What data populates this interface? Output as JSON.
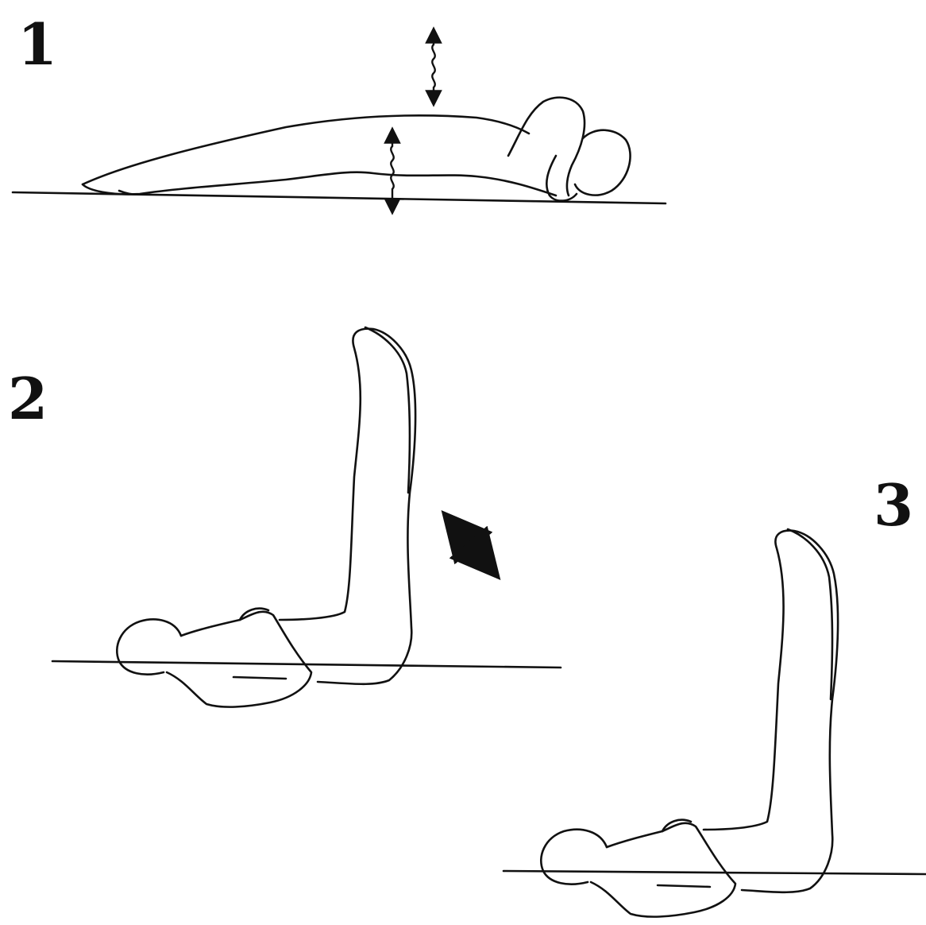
{
  "figure": {
    "steps": [
      {
        "number": "1"
      },
      {
        "number": "2"
      },
      {
        "number": "3"
      }
    ],
    "colors": {
      "ink": "#111111",
      "background": "#ffffff"
    },
    "icons": [
      "double-arrow-wavy-icon",
      "diagonal-double-arrow-icon"
    ]
  }
}
